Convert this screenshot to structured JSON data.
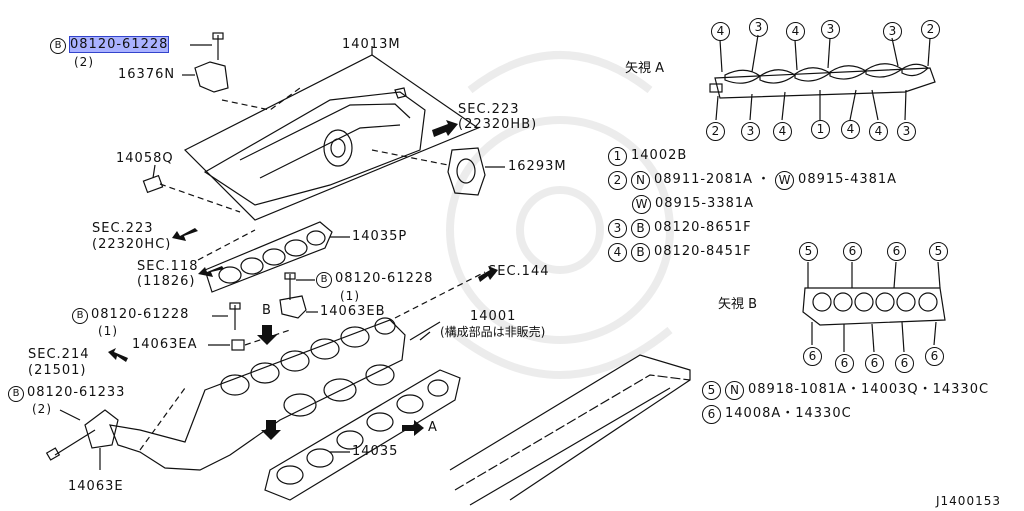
{
  "diagram_code": "J1400153",
  "labels": {
    "bolt_top": "08120-61228",
    "bolt_top_qty": "(2)",
    "bracket_top": "16376N",
    "collector": "14013M",
    "sec223_hb": "SEC.223",
    "sec223_hb_ref": "(22320HB)",
    "gasket_16293m": "16293M",
    "plug": "14058Q",
    "sec223_hc": "SEC.223",
    "sec223_hc_ref": "(22320HC)",
    "gasket_14035p": "14035P",
    "sec118": "SEC.118",
    "sec118_ref": "(11826)",
    "bolt_mid": "08120-61228",
    "bolt_mid_qty": "(1)",
    "sec144": "SEC.144",
    "bolt_left": "08120-61228",
    "bolt_left_qty": "(1)",
    "bracket_eb": "14063EB",
    "manifold": "14001",
    "manifold_note": "(構成部品は非販売)",
    "bracket_ea": "14063EA",
    "sec214": "SEC.214",
    "sec214_ref": "(21501)",
    "bolt_low": "08120-61233",
    "bolt_low_qty": "(2)",
    "gasket_14035": "14035",
    "bracket_e": "14063E",
    "view_a_arrow": "A",
    "view_b_arrow": "B",
    "prefix_b": "B",
    "prefix_n": "N",
    "prefix_w": "W"
  },
  "view_a": {
    "title": "矢視 A",
    "top_markers": [
      "4",
      "3",
      "4",
      "3",
      "3",
      "2"
    ],
    "bottom_markers": [
      "2",
      "3",
      "4",
      "1",
      "4",
      "4",
      "3"
    ]
  },
  "view_b": {
    "title": "矢視 B",
    "top_markers": [
      "5",
      "6",
      "6",
      "5"
    ],
    "bottom_markers": [
      "6",
      "6",
      "6",
      "6",
      "6"
    ]
  },
  "legend": [
    {
      "num": "1",
      "items": [
        {
          "prefix": "",
          "part": "14002B"
        }
      ]
    },
    {
      "num": "2",
      "items": [
        {
          "prefix": "N",
          "part": "08911-2081A"
        },
        {
          "prefix": "W",
          "part": "08915-4381A"
        }
      ]
    },
    {
      "num": "",
      "items": [
        {
          "prefix": "W",
          "part": "08915-3381A"
        }
      ]
    },
    {
      "num": "3",
      "items": [
        {
          "prefix": "B",
          "part": "08120-8651F"
        }
      ]
    },
    {
      "num": "4",
      "items": [
        {
          "prefix": "B",
          "part": "08120-8451F"
        }
      ]
    }
  ],
  "legend_b": [
    {
      "num": "5",
      "prefix": "N",
      "parts": "08918-1081A・14003Q・14330C"
    },
    {
      "num": "6",
      "prefix": "",
      "parts": "14008A・14330C"
    }
  ],
  "colors": {
    "highlight": "#aab2ff",
    "ink": "#111111"
  }
}
